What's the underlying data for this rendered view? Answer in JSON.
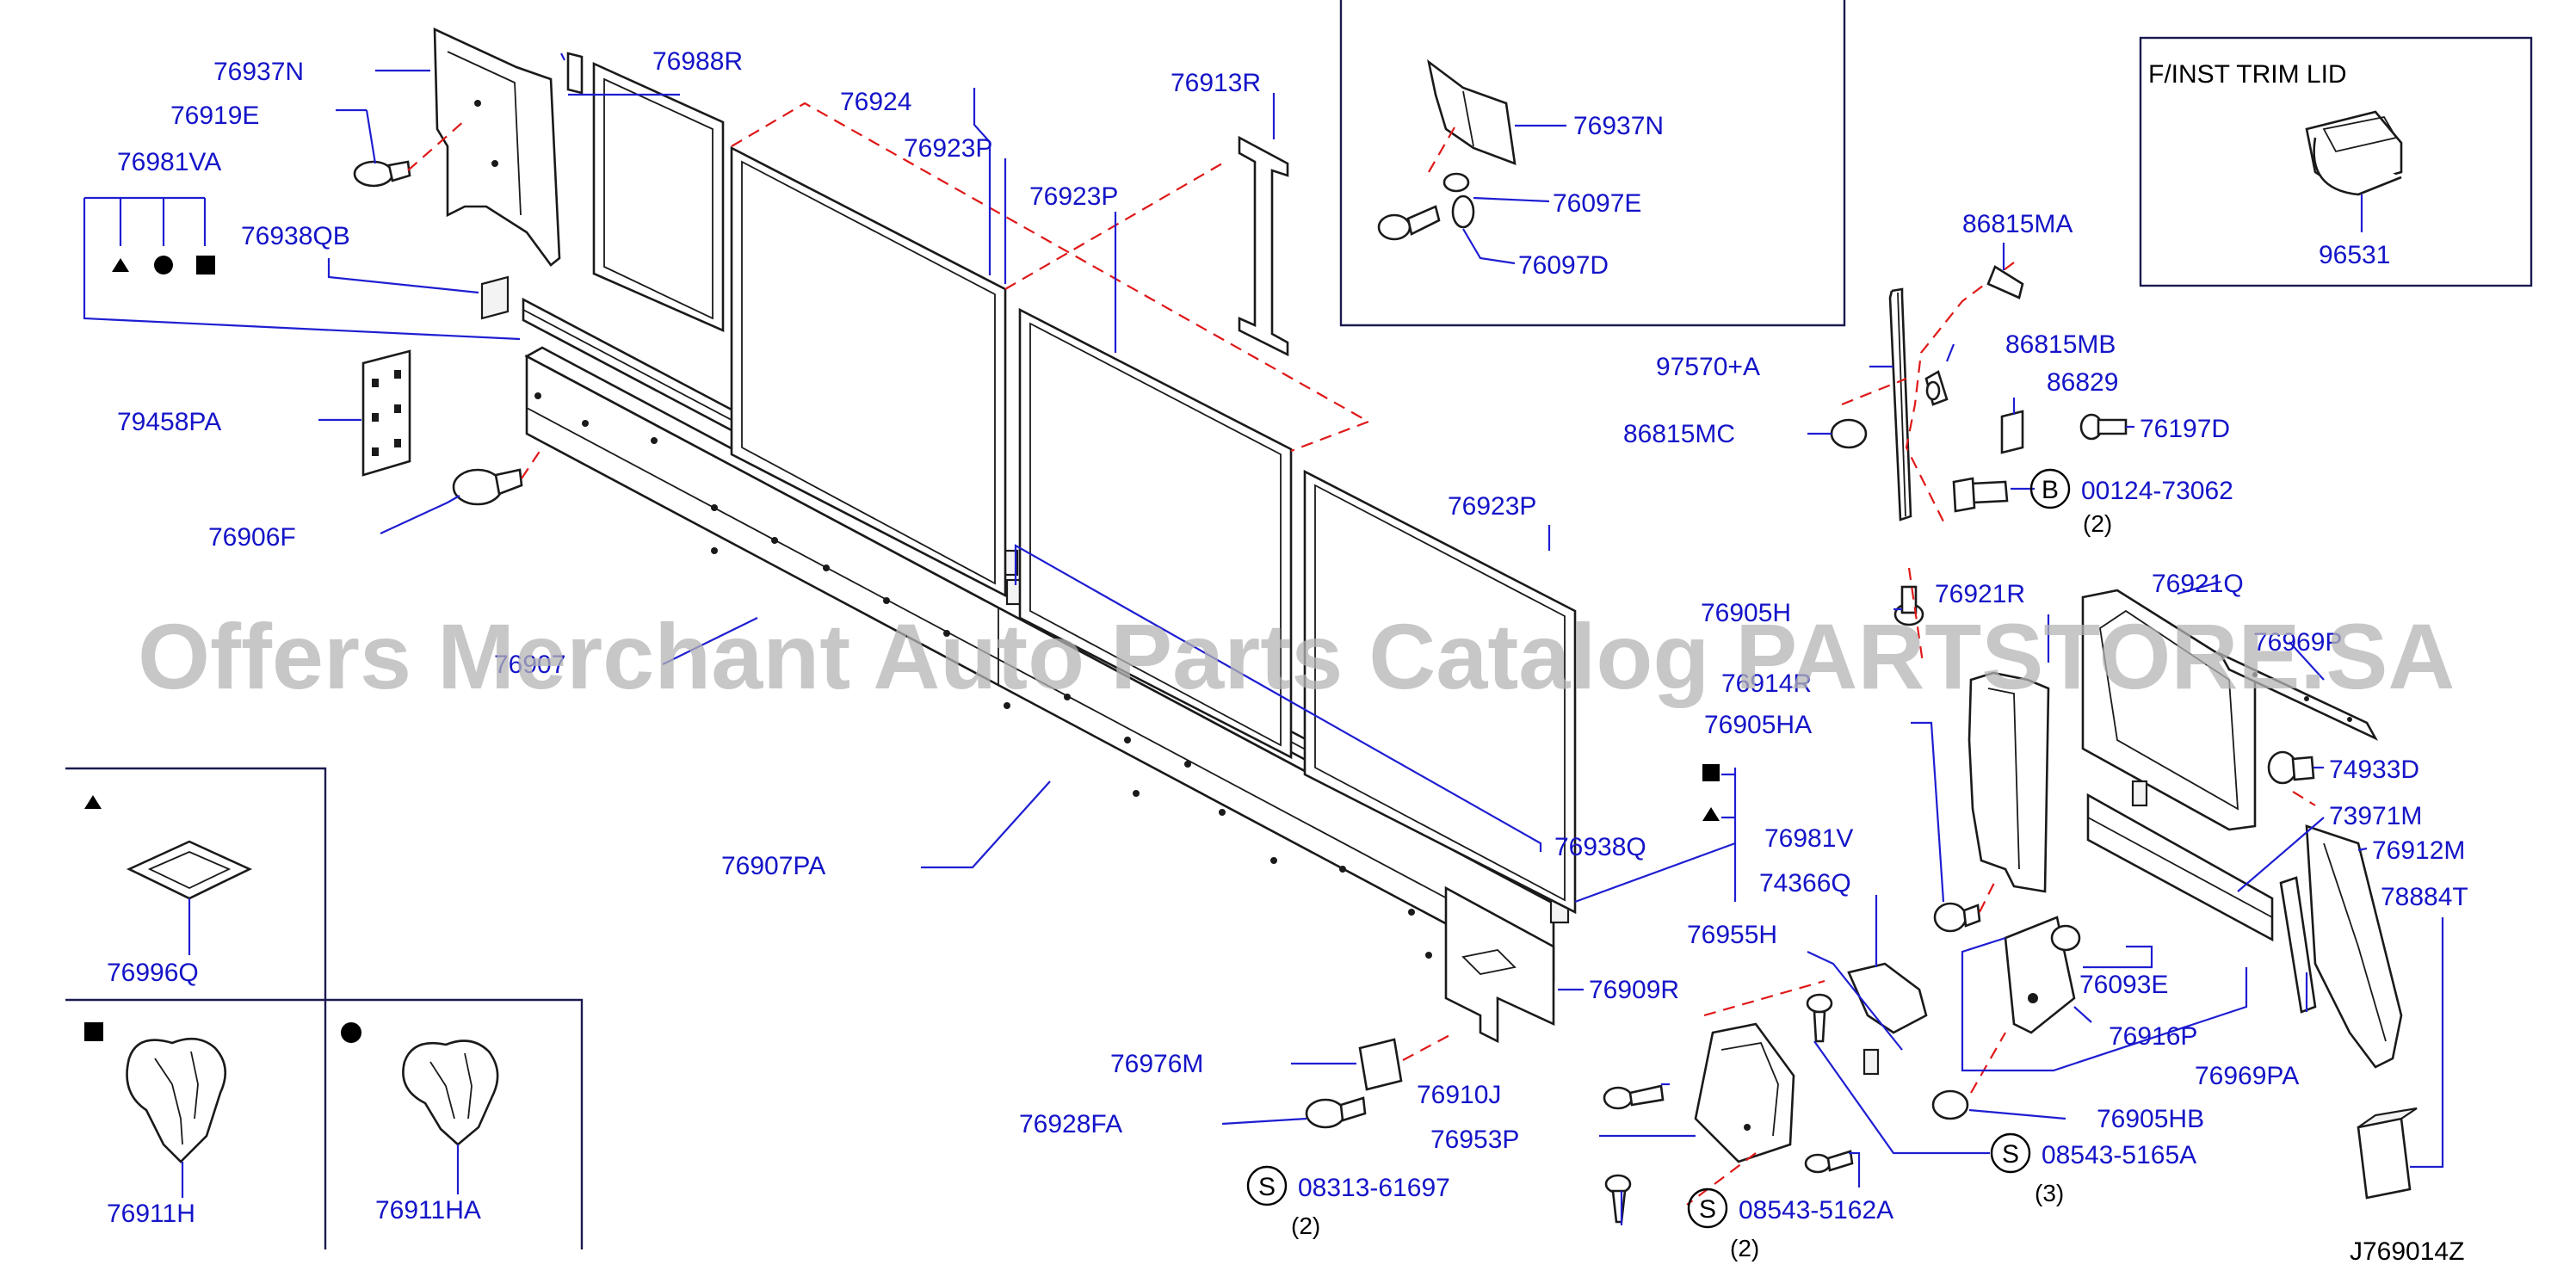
{
  "diagram_code": "J769014Z",
  "watermark": "Offers Merchant Auto Parts Catalog PARTSTORE.SA",
  "inset_title": "F/INST TRIM LID",
  "part_labels": {
    "p76937N": "76937N",
    "p76988R": "76988R",
    "p76919E": "76919E",
    "p76924": "76924",
    "p76913R": "76913R",
    "p76981VA": "76981VA",
    "p76923P_a": "76923P",
    "p76938QB": "76938QB",
    "p76923P_b": "76923P",
    "p79458PA": "79458PA",
    "p76906F": "76906F",
    "p76923P_c": "76923P",
    "p76907PA": "76907PA",
    "p76938Q": "76938Q",
    "p76981V": "76981V",
    "p74366Q": "74366Q",
    "p76909R": "76909R",
    "p76976M": "76976M",
    "p76910J": "76910J",
    "p76928FA": "76928FA",
    "p76953P": "76953P",
    "p76955H": "76955H",
    "p08313": "08313-61697",
    "p08543_5162": "08543-5162A",
    "p08543_5165": "08543-5165A",
    "p76937N_inset": "76937N",
    "p76097E": "76097E",
    "p76097D": "76097D",
    "p96531": "96531",
    "p86815MA": "86815MA",
    "p97570A": "97570+A",
    "p86815MB": "86815MB",
    "p86829": "86829",
    "p76197D": "76197D",
    "p86815MC": "86815MC",
    "p00124": "00124-73062",
    "p76905H": "76905H",
    "p76921R": "76921R",
    "p76921Q": "76921Q",
    "p76969P": "76969P",
    "p76914R": "76914R",
    "p76905HA": "76905HA",
    "p74933D": "74933D",
    "p73971M": "73971M",
    "p76912M": "76912M",
    "p78884T": "78884T",
    "p76093E": "76093E",
    "p76916P": "76916P",
    "p76969PA": "76969PA",
    "p76905HB": "76905HB",
    "p76996Q": "76996Q",
    "p76911H": "76911H",
    "p76911HA": "76911HA",
    "p76907_partial": "76907"
  },
  "quantities": {
    "q00124": "(2)",
    "q08313": "(2)",
    "q08543_5162": "(2)",
    "q08543_5165": "(3)"
  },
  "markers": {
    "B": "B",
    "S": "S"
  },
  "colors": {
    "label_blue": "#1414c8",
    "dashed_red": "#e01818",
    "watermark_gray": "#b4b4b4"
  }
}
